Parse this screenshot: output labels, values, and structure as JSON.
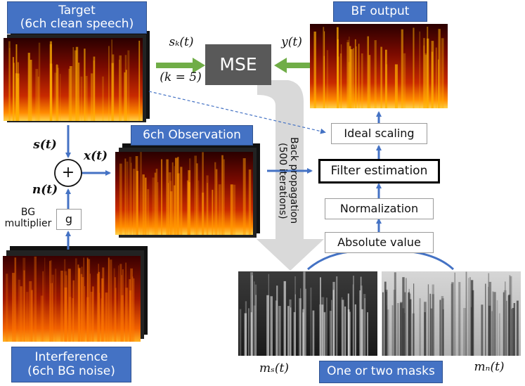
{
  "labels": {
    "target": "Target\n(6ch clean speech)",
    "bf_output": "BF output",
    "observation": "6ch Observation",
    "interference": "Interference\n(6ch BG noise)",
    "masks": "One or two masks",
    "mse": "MSE",
    "ideal_scaling": "Ideal scaling",
    "filter_estimation": "Filter estimation",
    "normalization": "Normalization",
    "absolute_value": "Absolute value",
    "bg_multiplier": "BG\nmultiplier",
    "g": "g",
    "plus": "+",
    "backprop": "Back propagation\n(500 iterations)"
  },
  "math": {
    "sk": "sₖ(t)",
    "k5": "(k = 5)",
    "yt": "y(t)",
    "st": "s(t)",
    "nt": "n(t)",
    "xt": "x(t)",
    "ms": "mₛ(t)",
    "mn": "mₙ(t)"
  },
  "colors": {
    "label_blue": "#4472c4",
    "arrow_blue": "#4472c4",
    "arrow_green": "#70ad47",
    "mse_box": "#595959",
    "backprop_arrow": "#d9d9d9"
  },
  "icons": {
    "spectrogram": "heatmap-spectrogram",
    "mask": "grayscale-spectrogram"
  }
}
